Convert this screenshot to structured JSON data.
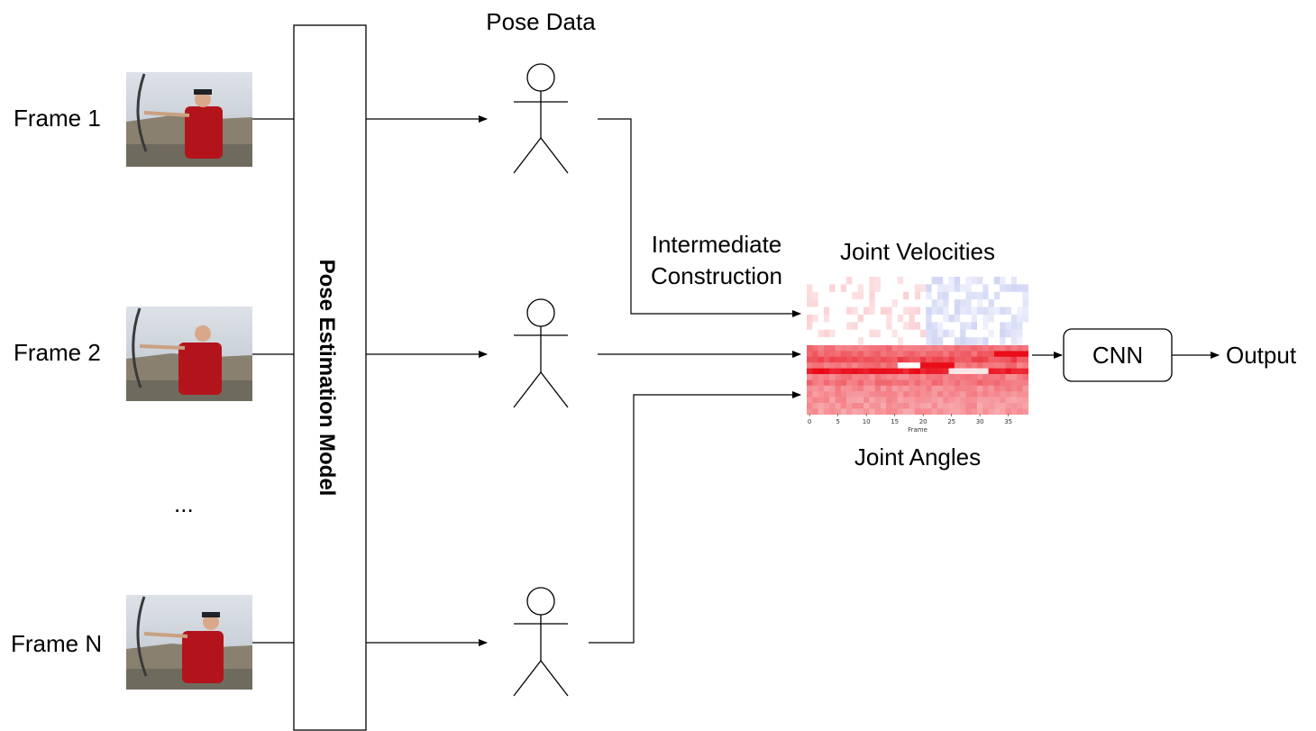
{
  "frames": [
    {
      "label": "Frame 1"
    },
    {
      "label": "Frame 2"
    },
    {
      "label": "Frame N"
    }
  ],
  "ellipsis": "...",
  "model": {
    "label": "Pose Estimation Model"
  },
  "pose_data": {
    "label": "Pose Data"
  },
  "intermediate": {
    "line1": "Intermediate",
    "line2": "Construction"
  },
  "heatmap": {
    "velocities_label": "Joint Velocities",
    "angles_label": "Joint Angles",
    "x_axis_label": "Frame",
    "x_ticks": [
      "0",
      "5",
      "10",
      "15",
      "20",
      "25",
      "30",
      "35"
    ]
  },
  "cnn": {
    "label": "CNN"
  },
  "output": {
    "label": "Output"
  },
  "colors": {
    "line": "#000000",
    "warm": "#e8000d",
    "cool": "#5a6bd8",
    "sky": "#cfd6df",
    "ground": "#8a8070"
  }
}
